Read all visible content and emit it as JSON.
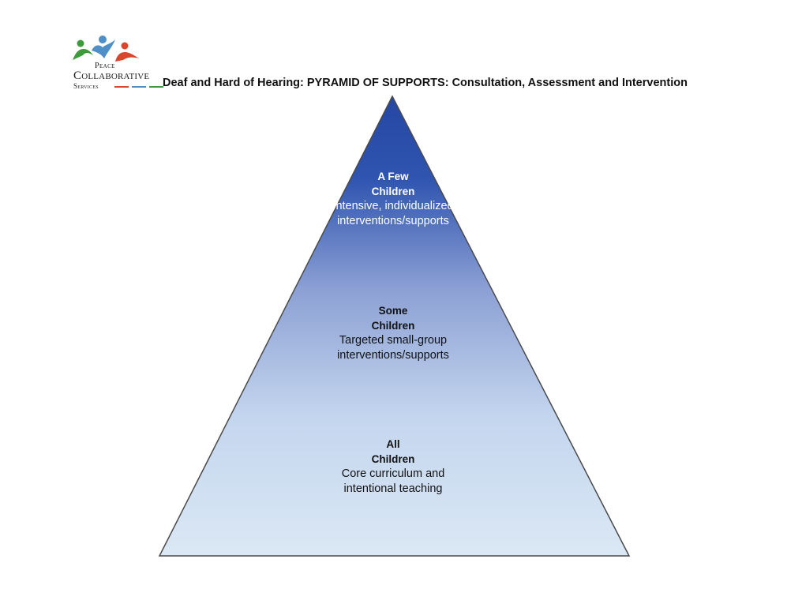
{
  "header": {
    "logo": {
      "line1": "Peace",
      "line2": "Collaborative",
      "line3": "Services",
      "colors": {
        "green": "#3e9a3a",
        "blue": "#4f8fc8",
        "red": "#d9462c"
      }
    },
    "title": "Deaf and Hard of Hearing:  PYRAMID OF SUPPORTS: Consultation, Assessment and Intervention"
  },
  "pyramid": {
    "colors": {
      "top": "#2447a3",
      "middle": "#8ca0d4",
      "bottom": "#dbe8f5",
      "outline": "#4a4a4a"
    },
    "tiers": [
      {
        "title": "A Few Children",
        "description": "Intensive, individualized interventions/supports"
      },
      {
        "title": "Some Children",
        "description": "Targeted small-group interventions/supports"
      },
      {
        "title": "All Children",
        "description": "Core curriculum and intentional teaching"
      }
    ]
  }
}
